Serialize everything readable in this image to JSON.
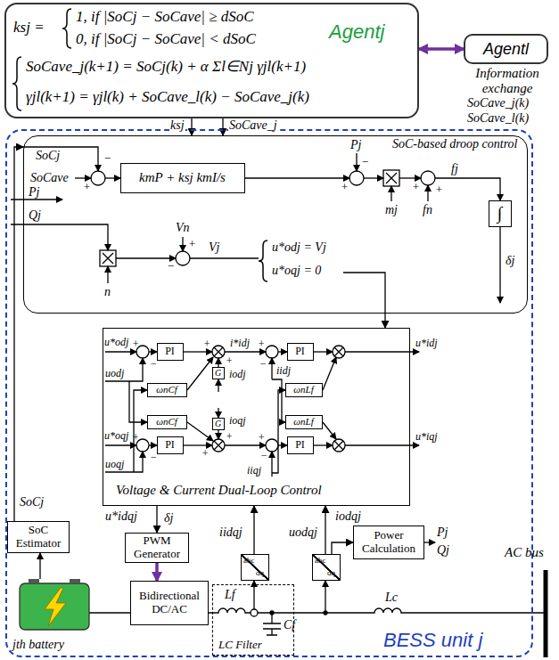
{
  "diagram": {
    "nodes": [
      {
        "text": [
          "ksj =",
          "1, if |SoCj − SoCave| ≥ dSoC",
          "0, if |SoCj − SoCave| < dSoC",
          "SoCave_j(k+1) = SoCj(k) + α Σl∈Nj γjl(k+1)",
          "γjl(k+1) = γjl(k) + SoCave_l(k) − SoCave_j(k)",
          "Agentj"
        ]
      },
      {
        "text": [
          "Agentl"
        ]
      },
      {
        "text": [
          "BESS unit j"
        ]
      },
      {
        "text": [
          "SoC-based droop control"
        ],
        "in": 2
      },
      {
        "text": [
          "kmP + ksj kmI/s"
        ],
        "in": 3
      },
      {
        "text": [
          "∫"
        ],
        "in": 3
      },
      {
        "text": [
          "Voltage & Current Dual-Loop Control"
        ],
        "in": 2
      },
      {
        "text": [
          "PI"
        ],
        "in": 6
      },
      {
        "text": [
          "PI"
        ],
        "in": 6
      },
      {
        "text": [
          "ωnCf"
        ],
        "in": 6
      },
      {
        "text": [
          "G"
        ],
        "in": 6
      },
      {
        "text": [
          "ωnLf"
        ],
        "in": 6
      },
      {
        "text": [
          "ωnCf"
        ],
        "in": 6
      },
      {
        "text": [
          "G"
        ],
        "in": 6
      },
      {
        "text": [
          "ωnLf"
        ],
        "in": 6
      },
      {
        "text": [
          "PI"
        ],
        "in": 6
      },
      {
        "text": [
          "PI"
        ],
        "in": 6
      },
      {
        "text": [
          "PWM Generator"
        ],
        "in": 2
      },
      {
        "text": [
          "SoC Estimator"
        ],
        "in": 2
      },
      {
        "text": [
          "Power Calculation"
        ],
        "in": 2
      },
      {
        "text": [
          "Bidirectional DC/AC"
        ],
        "in": 2
      },
      {
        "text": [
          "LC Filter"
        ],
        "in": 2
      },
      {
        "text": [
          "abc",
          "dq"
        ],
        "in": 2
      },
      {
        "text": [
          "abc",
          "dq"
        ],
        "in": 2
      }
    ],
    "edges": [
      {
        "from": 0,
        "to": 1,
        "arrow": "both"
      },
      {
        "from": 0,
        "to": 3,
        "label": "ksj",
        "arrow": "to"
      },
      {
        "from": 0,
        "to": 3,
        "label": "SoCave_j",
        "arrow": "to"
      },
      {
        "from": 18,
        "to": 3,
        "arrow": "to"
      },
      {
        "from": 3,
        "to": 6,
        "arrow": "to"
      },
      {
        "from": 6,
        "to": 17,
        "arrow": "to"
      },
      {
        "from": 17,
        "to": 20,
        "arrow": "to"
      },
      {
        "from": 22,
        "to": 6,
        "arrow": "to"
      },
      {
        "from": 23,
        "to": 6,
        "arrow": "to"
      },
      {
        "from": 23,
        "to": 19,
        "arrow": "to"
      }
    ],
    "labels": [
      "Information exchange",
      "SoCave_j(k)",
      "SoCave_l(k)",
      "SoCj",
      "SoCave",
      "+",
      "−",
      "Pj",
      "−",
      "+",
      "mj",
      "fn",
      "+",
      "+",
      "fj",
      "δj",
      "Pj",
      "Qj",
      "n",
      "Vn",
      "−",
      "+",
      "Vj",
      "u*odj = Vj",
      "u*oqj = 0",
      "u*odj",
      "+",
      "−",
      "uodj",
      "+",
      "+",
      "iodj",
      "i*idj",
      "+",
      "−",
      "iidj",
      "u*idj",
      "u*oqj",
      "+",
      "−",
      "uoqj",
      "+",
      "+",
      "ioqj",
      "+",
      "−",
      "iiqj",
      "u*iqj",
      "u*idqj",
      "δj",
      "SoCj",
      "iidqj",
      "uodqj",
      "iodqj",
      "Pj",
      "Qj",
      "Lf",
      "Cf",
      "Lc",
      "AC bus",
      "jth battery"
    ]
  }
}
